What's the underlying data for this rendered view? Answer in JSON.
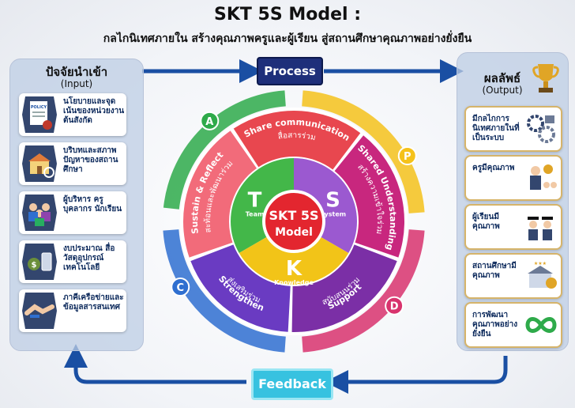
{
  "header": {
    "title": "SKT 5S Model :",
    "subtitle": "กลไกนิเทศภายใน สร้างคุณภาพครูและผู้เรียน สู่สถานศึกษาคุณภาพอย่างยั่งยืน"
  },
  "input_panel": {
    "title": "ปัจจัยนำเข้า",
    "subtitle": "(Input)",
    "items": [
      {
        "label": "นโยบายและจุดเน้นของหน่วยงานต้นสังกัด",
        "icon": "policy-document-icon",
        "badge": "POLICY"
      },
      {
        "label": "บริบทและสภาพปัญหาของสถานศึกษา",
        "icon": "school-building-icon"
      },
      {
        "label": "ผู้บริหาร ครู บุคลากร นักเรียน",
        "icon": "people-group-icon"
      },
      {
        "label": "งบประมาณ สื่อ วัสดุอุปกรณ์ เทคโนโลยี",
        "icon": "budget-device-icon"
      },
      {
        "label": "ภาคีเครือข่ายและข้อมูลสารสนเทศ",
        "icon": "handshake-icon"
      }
    ]
  },
  "output_panel": {
    "title": "ผลลัพธ์",
    "subtitle": "(Output)",
    "trophy_icon": "trophy-icon",
    "items": [
      {
        "label": "มีกลไกการนิเทศภายในที่เป็นระบบ",
        "icon": "gears-puzzle-icon"
      },
      {
        "label": "ครูมีคุณภาพ",
        "icon": "teacher-icon"
      },
      {
        "label": "ผู้เรียนมีคุณภาพ",
        "icon": "graduates-icon"
      },
      {
        "label": "สถานศึกษามีคุณภาพ",
        "icon": "quality-school-icon"
      },
      {
        "label": "การพัฒนาคุณภาพอย่างยั่งยืน",
        "icon": "infinity-icon"
      }
    ]
  },
  "flow": {
    "process_label": "Process",
    "feedback_label": "Feedback"
  },
  "model": {
    "center_line1": "SKT 5S",
    "center_line2": "Model",
    "cores": [
      {
        "letter": "T",
        "word": "Team",
        "color": "#43b749"
      },
      {
        "letter": "S",
        "word": "System",
        "color": "#9b59d0"
      },
      {
        "letter": "K",
        "word": "Knowledge",
        "color": "#f2c418"
      }
    ],
    "ring_segments": [
      {
        "en": "Sustain & Reflect",
        "th": "สะท้อนและพัฒนาร่วม",
        "color": "#f26b7a"
      },
      {
        "en": "Share communication",
        "th": "สื่อสารร่วม",
        "color": "#e8474f"
      },
      {
        "en": "Shared Understanding",
        "th": "สร้างความเข้าใจร่วม",
        "color": "#c8277e"
      },
      {
        "en": "Support",
        "th": "สนับสนุนร่วม",
        "color": "#7b2fa6"
      },
      {
        "en": "Strengthen",
        "th": "ส่งเสริมร่วม",
        "color": "#6a3bc2"
      }
    ],
    "cycle": [
      {
        "letter": "A",
        "color": "#2eaa4a"
      },
      {
        "letter": "P",
        "color": "#f5c21b"
      },
      {
        "letter": "D",
        "color": "#d8336d"
      },
      {
        "letter": "C",
        "color": "#2f6fd0"
      }
    ]
  },
  "colors": {
    "navy": "#0d2a5c",
    "arrow_blue": "#1a4fa3",
    "feedback_cyan": "#37c2e0",
    "gold": "#d6b46a"
  }
}
